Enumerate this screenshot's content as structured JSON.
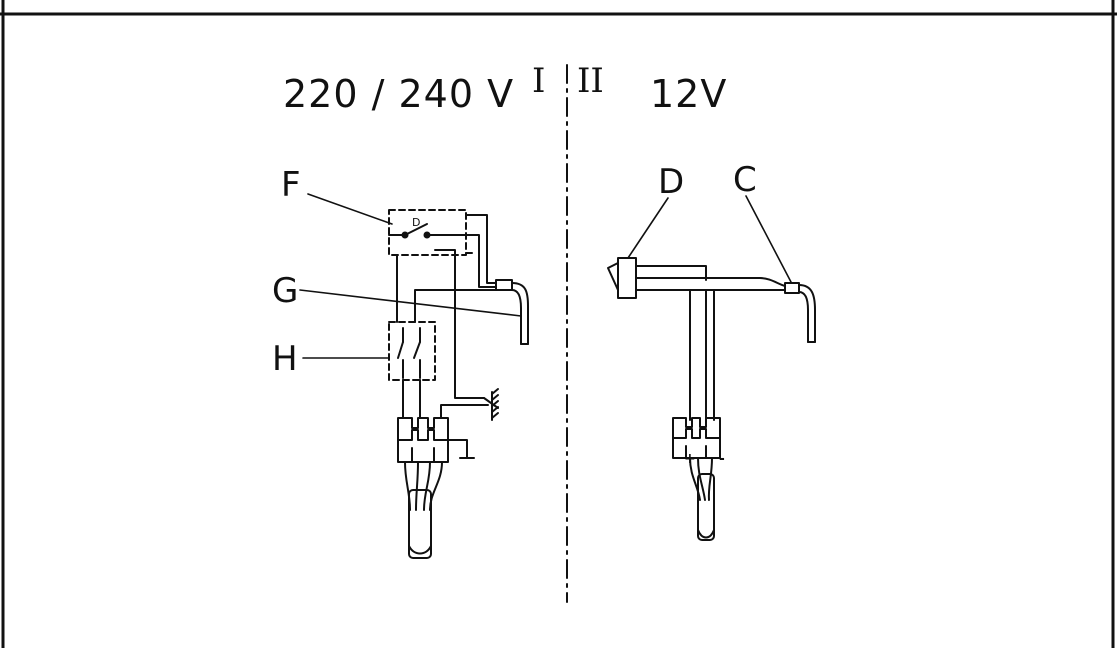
{
  "diagram": {
    "section_I": {
      "roman": "I",
      "voltage": "220 / 240 V",
      "callouts": {
        "F": "F",
        "G": "G",
        "H": "H"
      }
    },
    "section_II": {
      "roman": "II",
      "voltage": "12V",
      "callouts": {
        "D": "D",
        "C": "C"
      },
      "polarity": {
        "plus": "+",
        "minus": "-"
      }
    },
    "colors": {
      "ink": "#111111",
      "paper": "#ffffff"
    }
  }
}
